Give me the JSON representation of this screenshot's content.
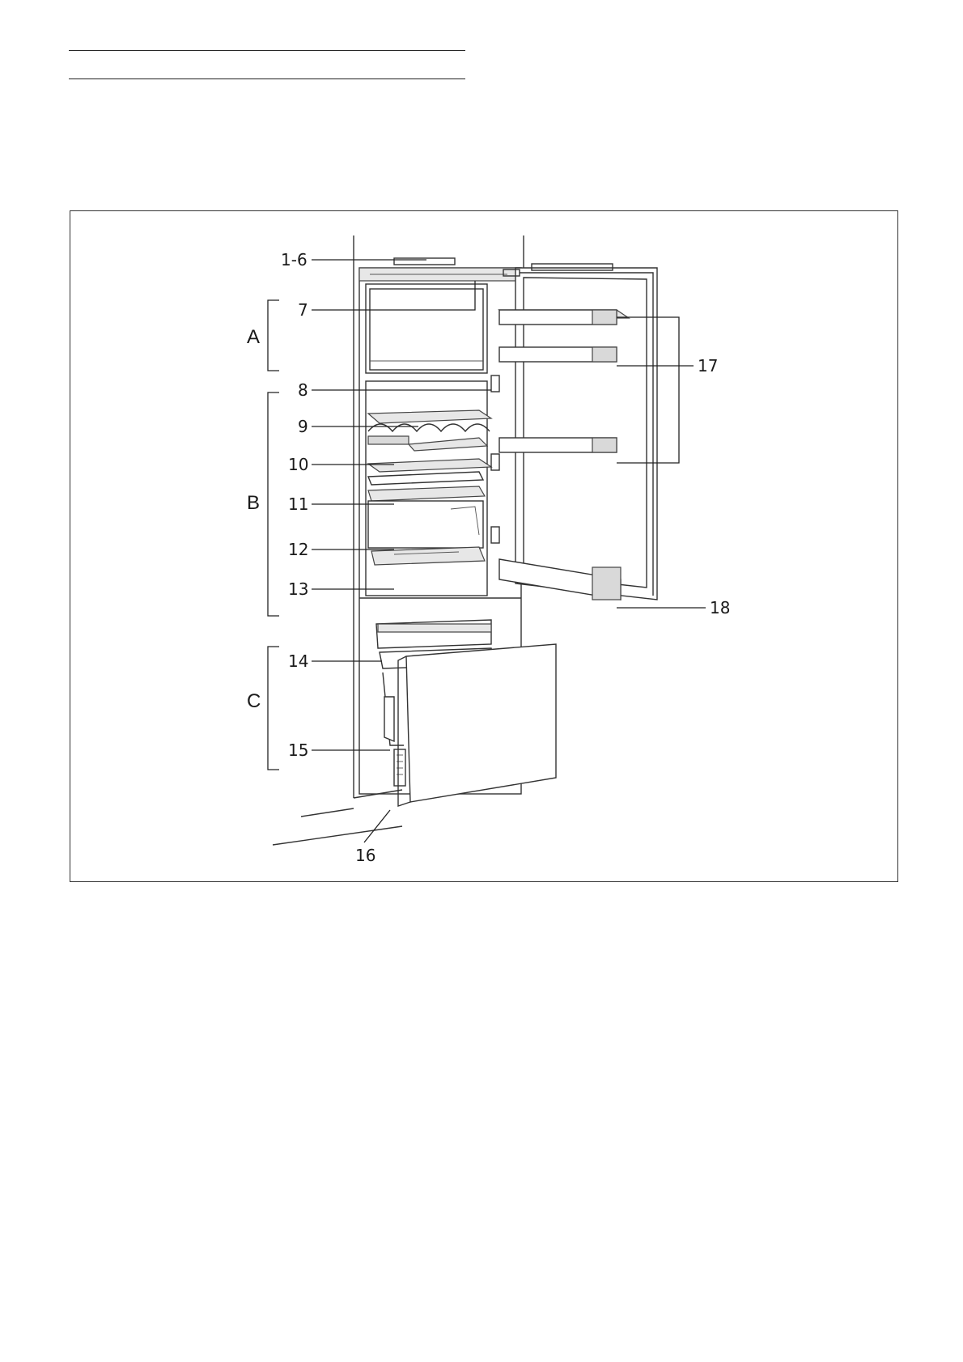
{
  "figure": {
    "callouts": {
      "c1": "1-6",
      "c7": "7",
      "c8": "8",
      "c9": "9",
      "c10": "10",
      "c11": "11",
      "c12": "12",
      "c13": "13",
      "c14": "14",
      "c15": "15",
      "c16": "16",
      "c17": "17",
      "c18": "18"
    },
    "zones": {
      "a": "A",
      "b": "B",
      "c": "C"
    }
  }
}
